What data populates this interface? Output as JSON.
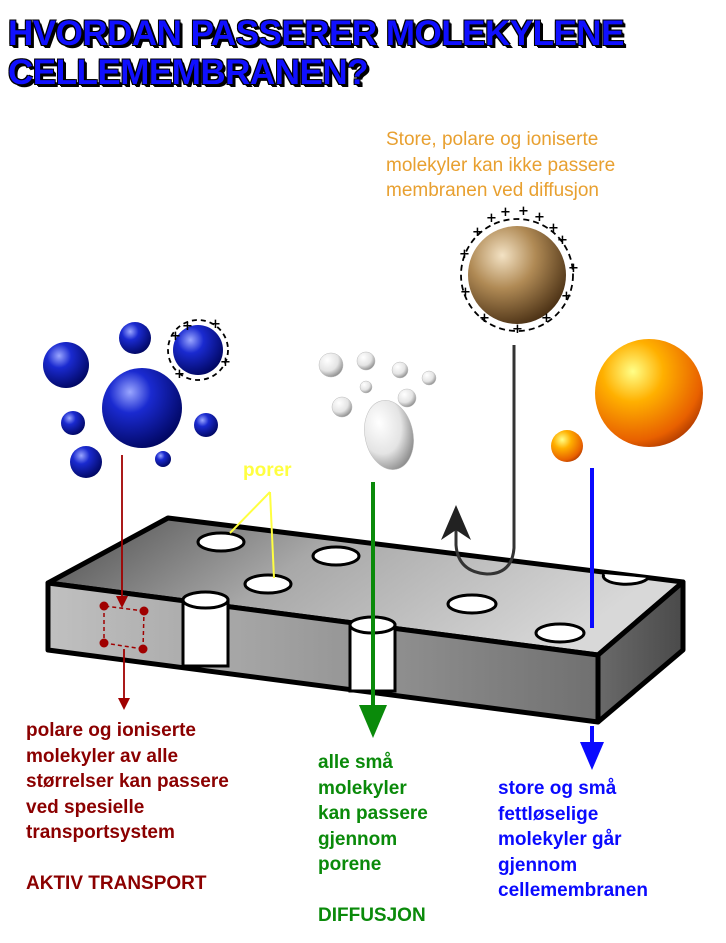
{
  "title": {
    "line1": "HVORDAN PASSERER MOLEKYLENE",
    "line2": "CELLEMEMBRANEN?"
  },
  "labels": {
    "large_polar": [
      "Store, polare og ioniserte",
      "molekyler kan ikke passere",
      "membranen ved diffusjon"
    ],
    "pores": "porer",
    "active": [
      "polare og ioniserte",
      "molekyler av alle",
      "størrelser kan passere",
      "ved spesielle",
      "transportsystem"
    ],
    "active_title": "AKTIV TRANSPORT",
    "small": [
      "alle små",
      "molekyler",
      "kan passere",
      "gjennom",
      "porene"
    ],
    "small_title": "DIFFUSJON",
    "fat": [
      "store og små",
      "fettløselige",
      "molekyler går",
      "gjennom",
      "cellemembranen"
    ]
  },
  "colors": {
    "title": "#1010ff",
    "large_polar": "#e8a030",
    "active": "#8b0000",
    "diffusion": "#0a8a0a",
    "fat_soluble": "#0a0aff",
    "pores": "#ffff40"
  }
}
